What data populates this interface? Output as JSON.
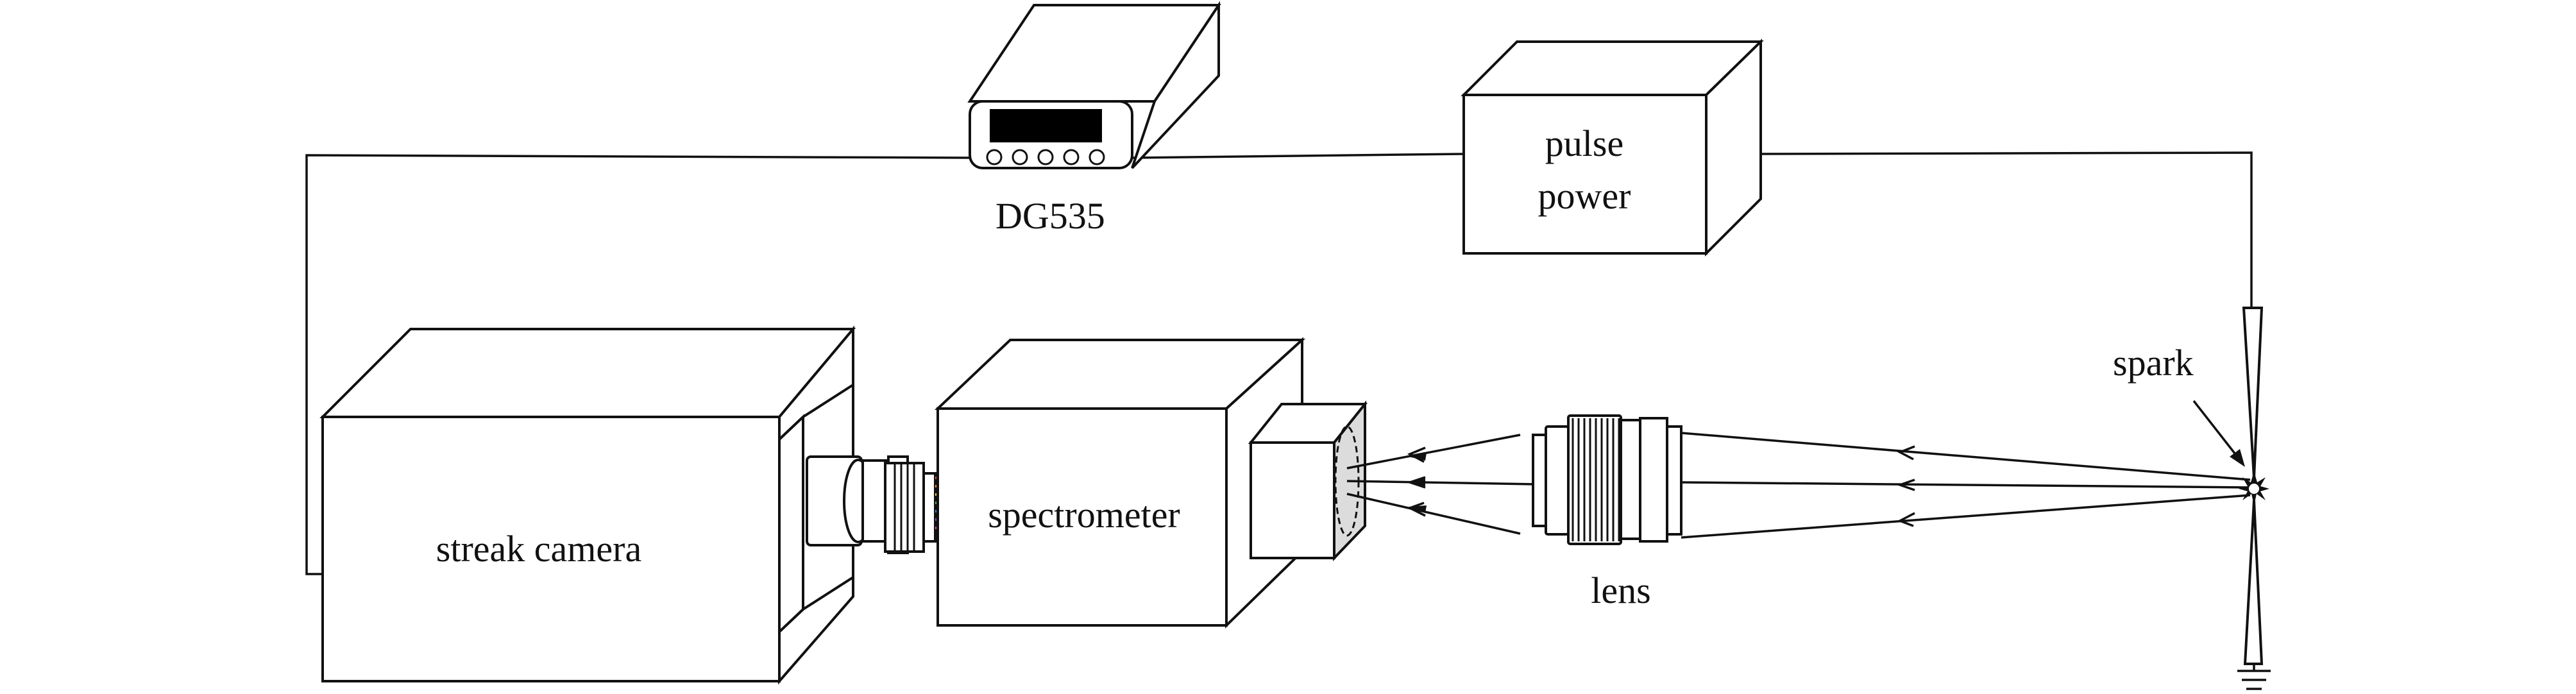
{
  "labels": {
    "delay_generator": "DG535",
    "pulse_power": [
      "pulse",
      "power"
    ],
    "streak_camera": "streak camera",
    "spectrometer": "spectrometer",
    "lens": "lens",
    "spark": "spark"
  },
  "fiber_colors": [
    "#e8413b",
    "#f28c28",
    "#f2c230",
    "#4caf50",
    "#3a7bd5",
    "#7b4fb3",
    "#c44fa8"
  ]
}
